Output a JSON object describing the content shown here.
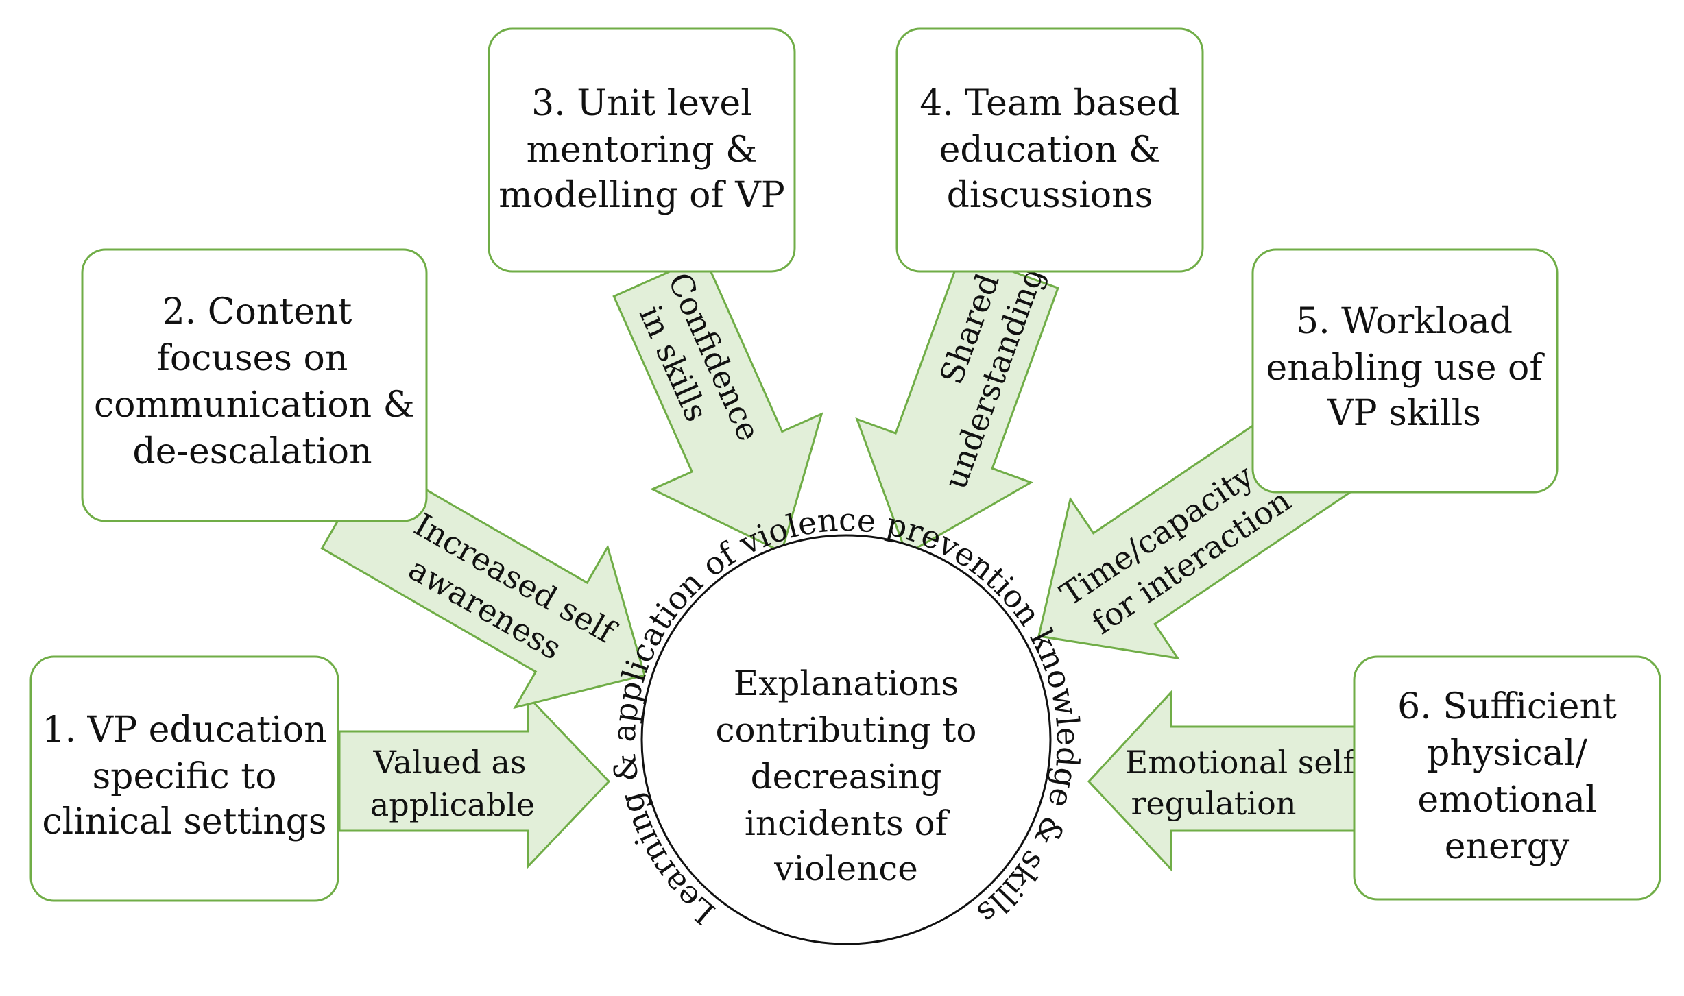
{
  "diagram": {
    "center": {
      "lines": [
        "Explanations",
        "contributing  to",
        "decreasing",
        "incidents of",
        "violence"
      ],
      "arc_label": "Learning & application of violence prevention knowledge & skills"
    },
    "boxes": [
      {
        "id": "box1",
        "lines": [
          "1. VP education",
          "specific to",
          "clinical  settings"
        ]
      },
      {
        "id": "box2",
        "lines": [
          "2. Content",
          "focuses on",
          "communication &",
          "de-escalation"
        ]
      },
      {
        "id": "box3",
        "lines": [
          "3. Unit level",
          "mentoring &",
          "modelling of VP"
        ]
      },
      {
        "id": "box4",
        "lines": [
          "4. Team based",
          "education &",
          "discussions"
        ]
      },
      {
        "id": "box5",
        "lines": [
          "5. Workload",
          "enabling use of",
          "VP skills"
        ]
      },
      {
        "id": "box6",
        "lines": [
          "6. Sufficient",
          "physical/",
          "emotional",
          "energy"
        ]
      }
    ],
    "arrows": [
      {
        "id": "arrow1",
        "lines": [
          "Valued as",
          "applicable"
        ]
      },
      {
        "id": "arrow2",
        "lines": [
          "Increased self",
          "awareness"
        ]
      },
      {
        "id": "arrow3",
        "lines": [
          "Confidence",
          "in skills"
        ]
      },
      {
        "id": "arrow4",
        "lines": [
          "Shared",
          "understanding"
        ]
      },
      {
        "id": "arrow5",
        "lines": [
          "Time/capacity",
          "for interaction"
        ]
      },
      {
        "id": "arrow6",
        "lines": [
          "Emotional  self",
          "regulation"
        ]
      }
    ],
    "colors": {
      "box_border": "#70ad47",
      "arrow_fill": "#e2efd9",
      "arrow_border": "#70ad47",
      "circle_border": "#111111",
      "text": "#111111"
    }
  }
}
